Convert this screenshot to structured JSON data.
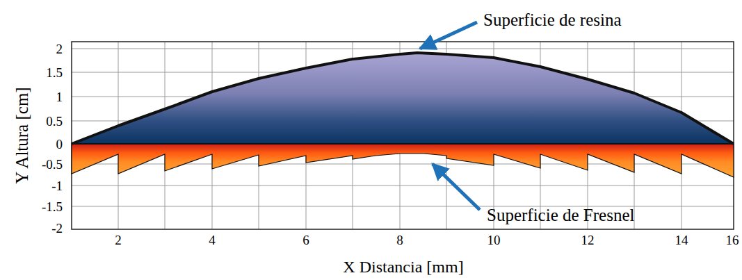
{
  "diagram": {
    "labels": [
      "Superficie de resina",
      "Superficie de Fresnel",
      "Y Altura [cm]",
      "X Distancia [mm]",
      "2",
      "1.5",
      "1",
      "0.5",
      "0",
      "-0.5",
      "-1",
      "-1.5",
      "-2",
      "2",
      "4",
      "6",
      "8",
      "10",
      "12",
      "14",
      "16"
    ]
  }
}
